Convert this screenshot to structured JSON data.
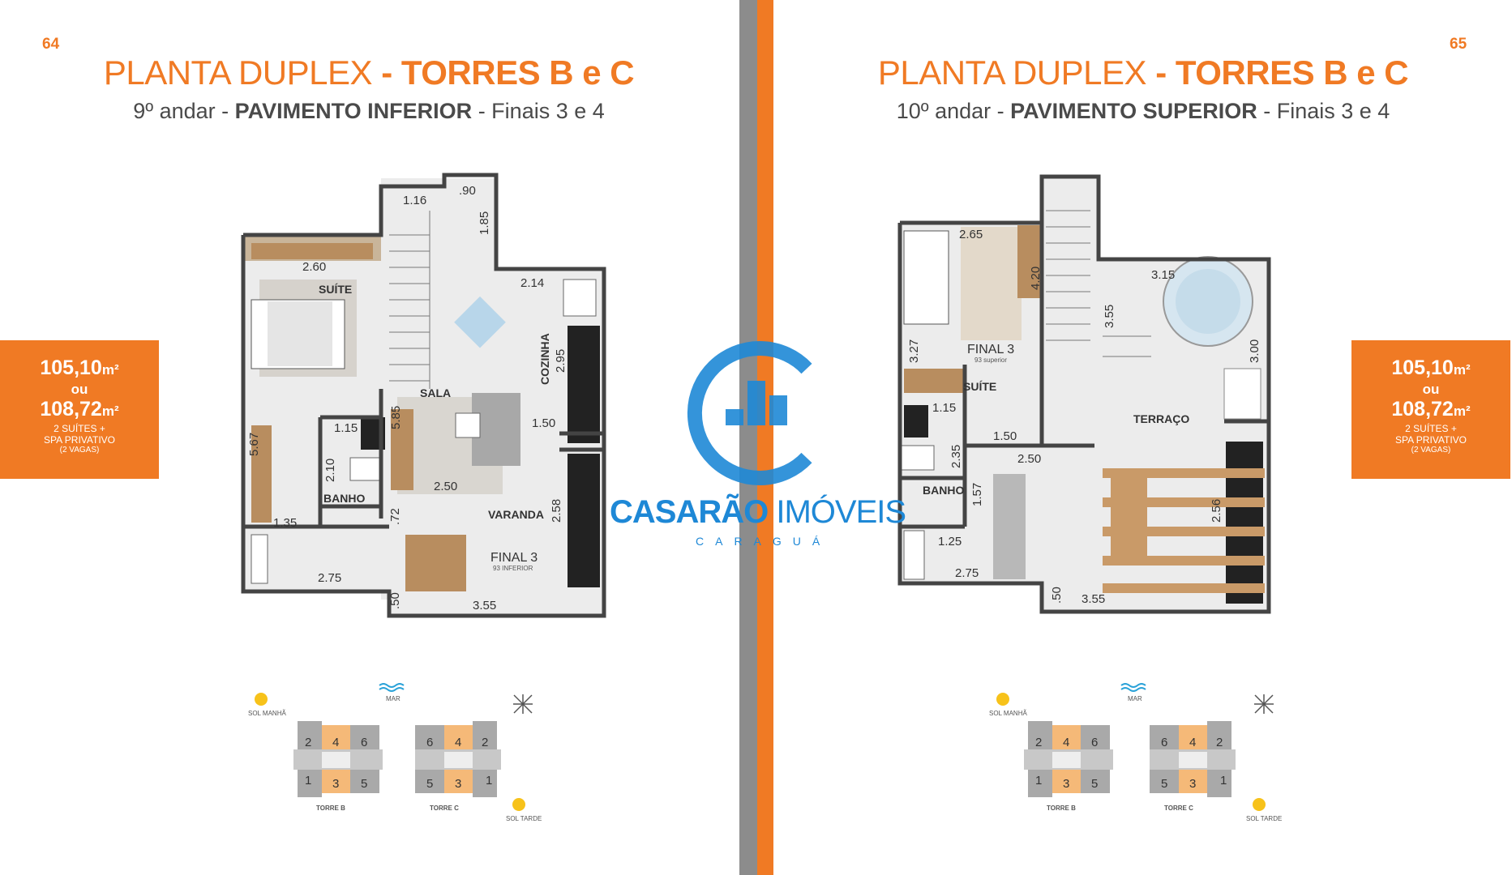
{
  "left": {
    "page_number": "64",
    "title_light": "PLANTA DUPLEX ",
    "title_bold": "- TORRES B e C",
    "subtitle_a": "9º andar - ",
    "subtitle_b": "PAVIMENTO INFERIOR",
    "subtitle_c": " - Finais 3 e 4",
    "area1": "105,10",
    "area_unit": "m²",
    "or": "ou",
    "area2": "108,72",
    "feature1": "2 SUÍTES +",
    "feature2": "SPA PRIVATIVO",
    "feature3": "(2 VAGAS)",
    "rooms": {
      "suite": "SUÍTE",
      "sala": "SALA",
      "cozinha": "COZINHA",
      "banho": "BANHO",
      "varanda": "VARANDA",
      "final": "FINAL 3",
      "final_sub": "93 INFERIOR"
    },
    "dims": {
      "d116": "1.16",
      "d90": ".90",
      "d185": "1.85",
      "d260": "2.60",
      "d214": "2.14",
      "d295": "2.95",
      "d115": "1.15",
      "d585": "5.85",
      "d567": "5.67",
      "d210": "2.10",
      "d150": "1.50",
      "d250": "2.50",
      "d135": "1.35",
      "d72": ".72",
      "d258": "2.58",
      "d275": "2.75",
      "d50": ".50",
      "d355": "3.55"
    }
  },
  "right": {
    "page_number": "65",
    "title_light": "PLANTA DUPLEX ",
    "title_bold": "- TORRES B e C",
    "subtitle_a": "10º andar - ",
    "subtitle_b": "PAVIMENTO SUPERIOR",
    "subtitle_c": " - Finais 3 e 4",
    "area1": "105,10",
    "area_unit": "m²",
    "or": "ou",
    "area2": "108,72",
    "feature1": "2 SUÍTES +",
    "feature2": "SPA PRIVATIVO",
    "feature3": "(2 VAGAS)",
    "rooms": {
      "final": "FINAL 3",
      "final_sub": "93 superior",
      "suite": "SUÍTE",
      "banho": "BANHO",
      "terraco": "TERRAÇO"
    },
    "dims": {
      "d265": "2.65",
      "d420": "4.20",
      "d315": "3.15",
      "d355a": "3.55",
      "d327": "3.27",
      "d300": "3.00",
      "d115": "1.15",
      "d150": "1.50",
      "d235": "2.35",
      "d250": "2.50",
      "d157": "1.57",
      "d256": "2.56",
      "d125": "1.25",
      "d275": "2.75",
      "d50": ".50",
      "d355": "3.55"
    }
  },
  "legend": {
    "sun_morning": "SOL MANHÃ",
    "sun_afternoon": "SOL TARDE",
    "sea": "MAR",
    "tower_b": "TORRE B",
    "tower_c": "TORRE C",
    "b_units": [
      "2",
      "4",
      "6",
      "1",
      "3",
      "5"
    ],
    "c_units": [
      "6",
      "4",
      "2",
      "5",
      "3",
      "1"
    ]
  },
  "logo": {
    "brand_bold": "CASARÃO",
    "brand_light": " IMÓVEIS",
    "city": "CARAGUÁ"
  },
  "colors": {
    "accent": "#f07a24",
    "spine_gray": "#8c8c8c",
    "logo_blue": "#1e88d6"
  }
}
